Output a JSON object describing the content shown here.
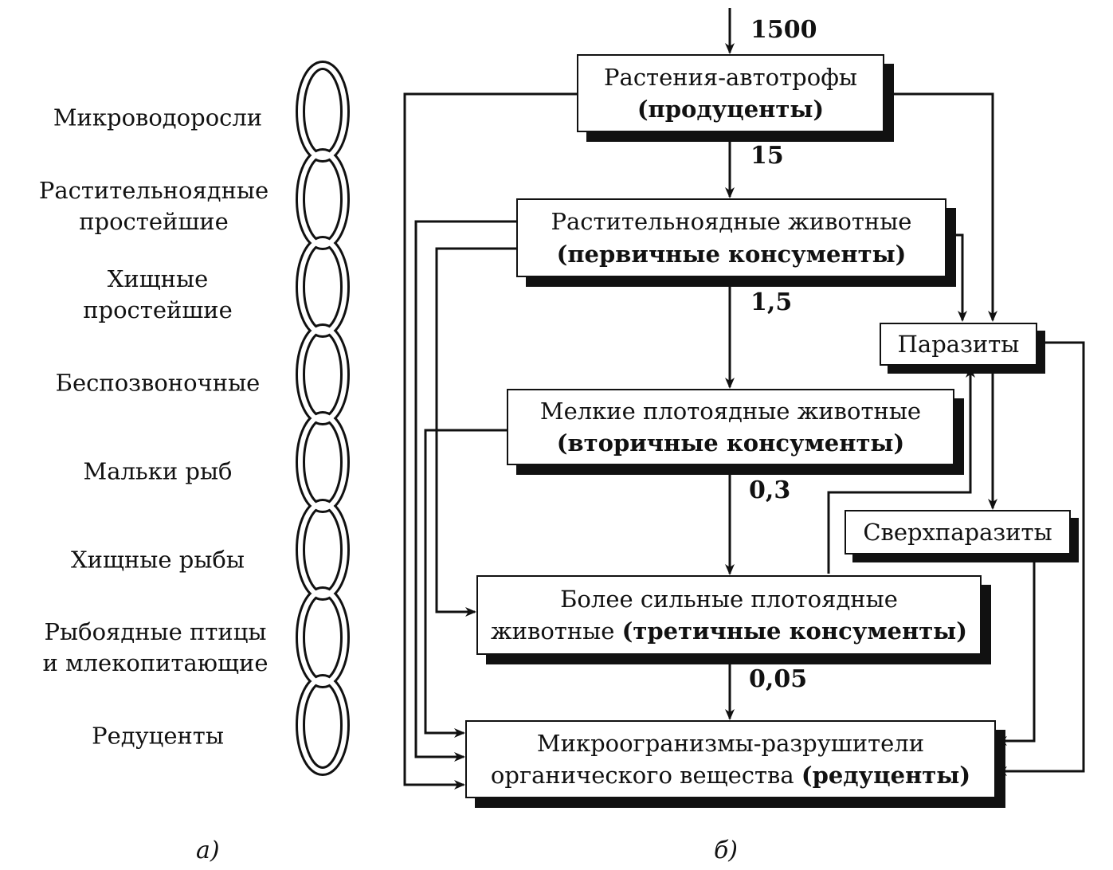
{
  "chain_labels": [
    [
      "Микроводоросли"
    ],
    [
      "Растительноядные",
      "простейшие"
    ],
    [
      "Хищные",
      "простейшие"
    ],
    [
      "Беспозвоночные"
    ],
    [
      "Мальки рыб"
    ],
    [
      "Хищные рыбы"
    ],
    [
      "Рыбоядные птицы",
      "и млекопитающие"
    ],
    [
      "Редуценты"
    ]
  ],
  "boxes": {
    "producers": {
      "line1": "Растения-автотрофы",
      "line2_bold": "(продуценты)"
    },
    "primary": {
      "line1": "Растительноядные животные",
      "line2_bold": "(первичные консументы)"
    },
    "secondary": {
      "line1": "Мелкие плотоядные животные",
      "line2_bold": "(вторичные консументы)"
    },
    "tertiary": {
      "line1": "Более сильные плотоядные",
      "line2_plain": "животные ",
      "line2_bold": "(третичные консументы)"
    },
    "reducers": {
      "line1": "Микроогранизмы-разрушители",
      "line2_plain": "органического вещества ",
      "line2_bold": "(редуценты)"
    },
    "parasites": {
      "label": "Паразиты"
    },
    "hyperparasites": {
      "label": "Сверхпаразиты"
    }
  },
  "energy_values": {
    "input": "1500",
    "producers_to_primary": "15",
    "primary_to_secondary": "1,5",
    "secondary_to_tertiary": "0,3",
    "tertiary_to_reducers": "0,05"
  },
  "captions": {
    "a": "а)",
    "b": "б)"
  }
}
